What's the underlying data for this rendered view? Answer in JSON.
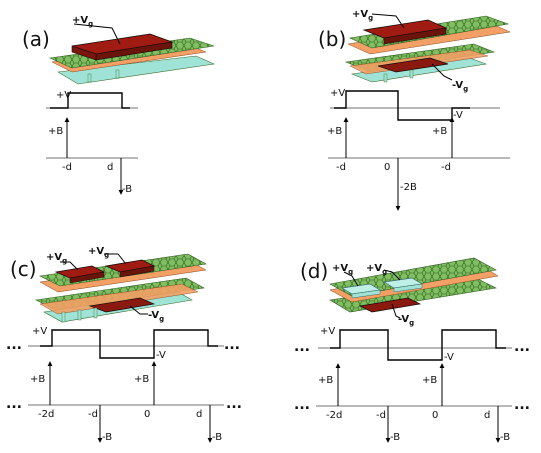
{
  "colors": {
    "graphene_hex": "#7fbf5f",
    "graphene_edge": "#3a6b2a",
    "orange_layer": "#f2a065",
    "cyan_layer": "#9fe3d6",
    "dark_red_gate": "#8a1a10",
    "light_cyan_gate": "#bff0e8"
  },
  "panels": {
    "a": {
      "label": "(a)",
      "gate_plus": "+V",
      "gate_plus_sub": "g",
      "voltage_plus": "+V",
      "field_plus": "+B",
      "tick_neg_d": "-d",
      "tick_d": "d",
      "field_minus": "-B"
    },
    "b": {
      "label": "(b)",
      "gate_plus": "+V",
      "gate_plus_sub": "g",
      "gate_minus": "-V",
      "gate_minus_sub": "g",
      "voltage_plus": "+V",
      "voltage_minus": "-V",
      "field_plus_left": "+B",
      "field_plus_right": "+B",
      "tick_neg_d": "-d",
      "tick_zero": "0",
      "tick_d": "-d",
      "field_minus": "-2B"
    },
    "c": {
      "label": "(c)",
      "gate_plus_1": "+V",
      "gate_plus_2": "+V",
      "gate_sub": "g",
      "gate_minus": "-V",
      "gate_minus_sub": "g",
      "voltage_plus": "+V",
      "voltage_minus": "-V",
      "field_plus_left": "+B",
      "field_plus_right": "+B",
      "tick_neg_2d": "-2d",
      "tick_neg_d": "-d",
      "tick_zero": "0",
      "tick_d": "d",
      "field_minus_left": "-B",
      "field_minus_right": "-B",
      "ellipsis": "..."
    },
    "d": {
      "label": "(d)",
      "gate_plus_1": "+V",
      "gate_plus_2": "+V",
      "gate_sub": "g",
      "gate_minus": "-V",
      "gate_minus_sub": "g",
      "voltage_plus": "+V",
      "voltage_minus": "-V",
      "field_plus_left": "+B",
      "field_plus_right": "+B",
      "tick_neg_2d": "-2d",
      "tick_neg_d": "-d",
      "tick_zero": "0",
      "tick_d": "d",
      "field_minus_left": "-B",
      "field_minus_right": "-B",
      "ellipsis": "..."
    }
  }
}
